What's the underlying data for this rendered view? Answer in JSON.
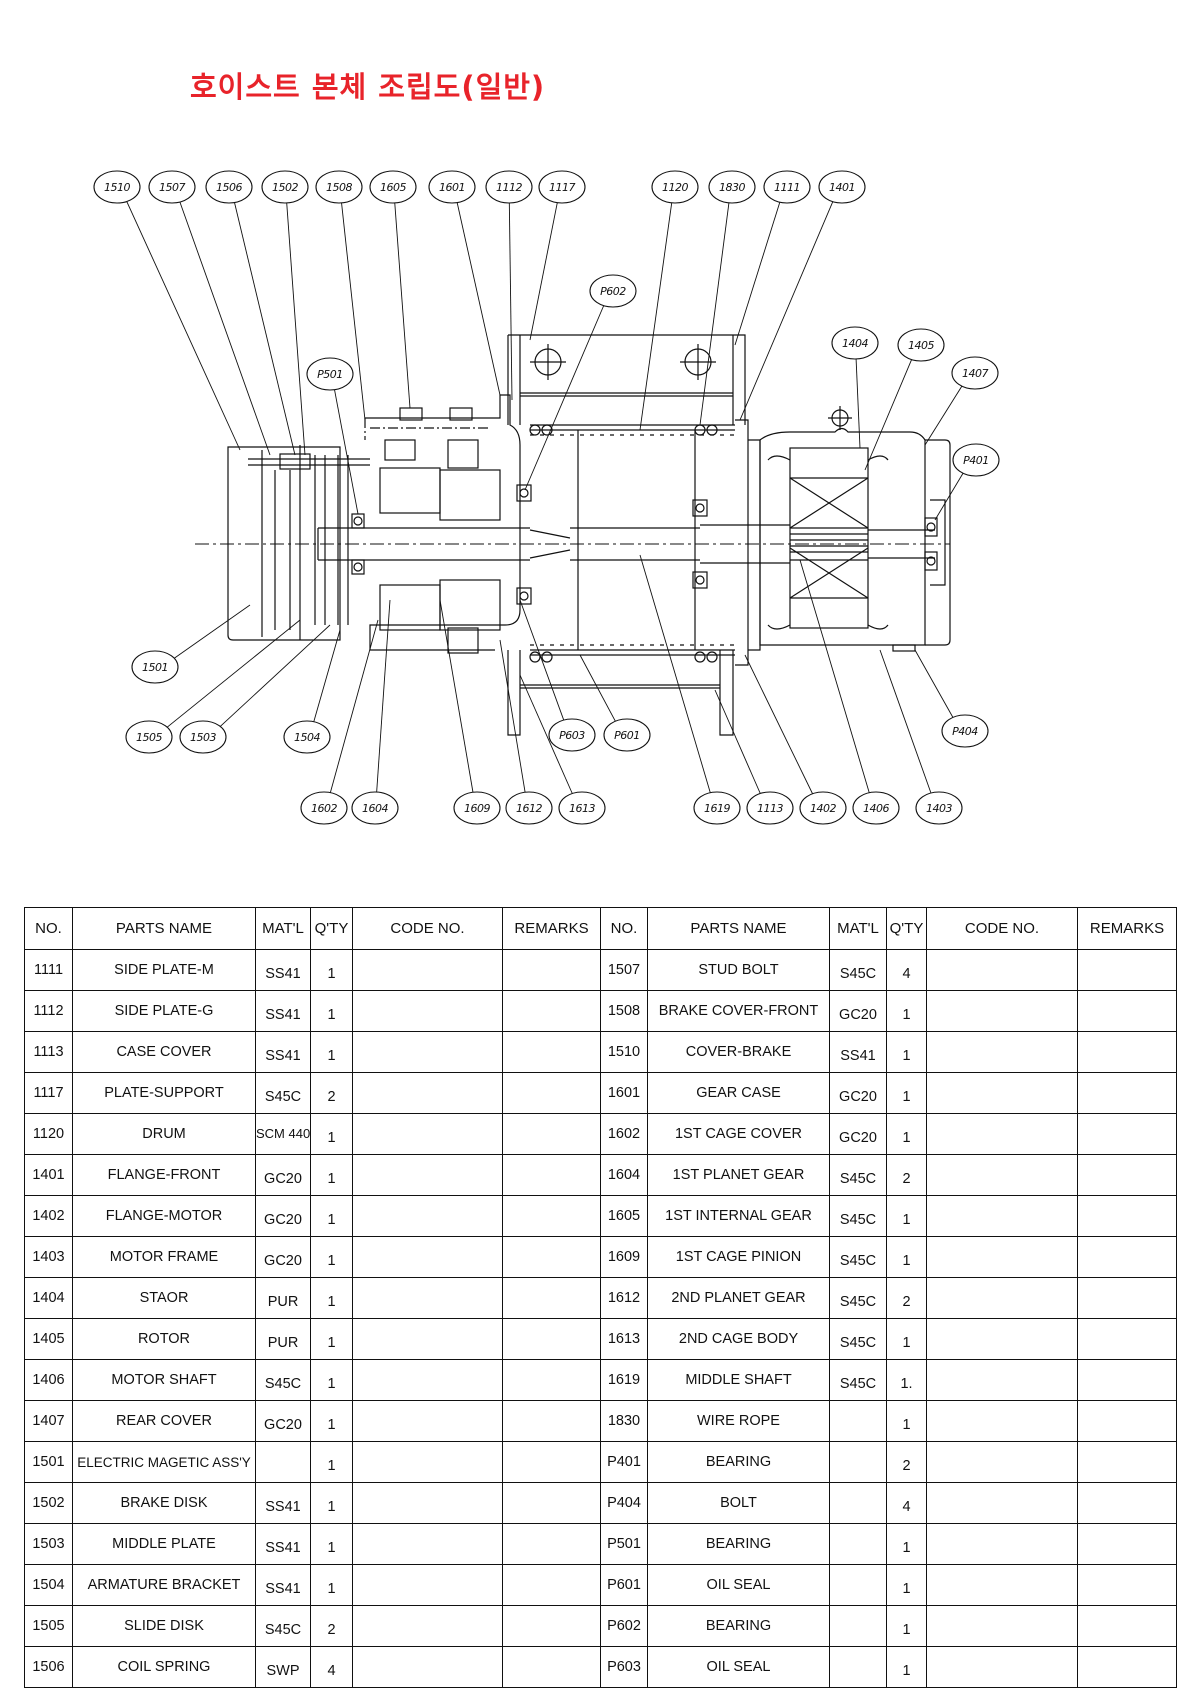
{
  "title": "호이스트 본체 조립도(일반)",
  "drawing": {
    "callouts_top": [
      "1510",
      "1507",
      "1506",
      "1502",
      "1508",
      "1605",
      "1601",
      "1112",
      "1117",
      "1120",
      "1830",
      "1111",
      "1401"
    ],
    "callouts_mid": [
      "P602",
      "P501",
      "1404",
      "1405",
      "1407",
      "P401"
    ],
    "callouts_bottom_row1": [
      "1501",
      "P603",
      "P601",
      "P404"
    ],
    "callouts_bottom_row2": [
      "1505",
      "1503",
      "1504"
    ],
    "callouts_bottom_row3": [
      "1602",
      "1604",
      "1609",
      "1612",
      "1613",
      "1619",
      "1113",
      "1402",
      "1406",
      "1403"
    ]
  },
  "table": {
    "headers": [
      "NO.",
      "PARTS NAME",
      "MAT'L",
      "Q'TY",
      "CODE NO.",
      "REMARKS",
      "NO.",
      "PARTS NAME",
      "MAT'L",
      "Q'TY",
      "CODE NO.",
      "REMARKS"
    ],
    "left": [
      {
        "no": "1111",
        "name": "SIDE PLATE-M",
        "mat": "SS41",
        "qty": "1",
        "code": "",
        "remarks": ""
      },
      {
        "no": "1112",
        "name": "SIDE PLATE-G",
        "mat": "SS41",
        "qty": "1",
        "code": "",
        "remarks": ""
      },
      {
        "no": "1113",
        "name": "CASE COVER",
        "mat": "SS41",
        "qty": "1",
        "code": "",
        "remarks": ""
      },
      {
        "no": "1117",
        "name": "PLATE-SUPPORT",
        "mat": "S45C",
        "qty": "2",
        "code": "",
        "remarks": ""
      },
      {
        "no": "1120",
        "name": "DRUM",
        "mat": "SCM 440",
        "qty": "1",
        "code": "",
        "remarks": ""
      },
      {
        "no": "1401",
        "name": "FLANGE-FRONT",
        "mat": "GC20",
        "qty": "1",
        "code": "",
        "remarks": ""
      },
      {
        "no": "1402",
        "name": "FLANGE-MOTOR",
        "mat": "GC20",
        "qty": "1",
        "code": "",
        "remarks": ""
      },
      {
        "no": "1403",
        "name": "MOTOR FRAME",
        "mat": "GC20",
        "qty": "1",
        "code": "",
        "remarks": ""
      },
      {
        "no": "1404",
        "name": "STAOR",
        "mat": "PUR",
        "qty": "1",
        "code": "",
        "remarks": ""
      },
      {
        "no": "1405",
        "name": "ROTOR",
        "mat": "PUR",
        "qty": "1",
        "code": "",
        "remarks": ""
      },
      {
        "no": "1406",
        "name": "MOTOR SHAFT",
        "mat": "S45C",
        "qty": "1",
        "code": "",
        "remarks": ""
      },
      {
        "no": "1407",
        "name": "REAR COVER",
        "mat": "GC20",
        "qty": "1",
        "code": "",
        "remarks": ""
      },
      {
        "no": "1501",
        "name": "ELECTRIC MAGETIC ASS'Y",
        "mat": "",
        "qty": "1",
        "code": "",
        "remarks": ""
      },
      {
        "no": "1502",
        "name": "BRAKE DISK",
        "mat": "SS41",
        "qty": "1",
        "code": "",
        "remarks": ""
      },
      {
        "no": "1503",
        "name": "MIDDLE PLATE",
        "mat": "SS41",
        "qty": "1",
        "code": "",
        "remarks": ""
      },
      {
        "no": "1504",
        "name": "ARMATURE BRACKET",
        "mat": "SS41",
        "qty": "1",
        "code": "",
        "remarks": ""
      },
      {
        "no": "1505",
        "name": "SLIDE DISK",
        "mat": "S45C",
        "qty": "2",
        "code": "",
        "remarks": ""
      },
      {
        "no": "1506",
        "name": "COIL SPRING",
        "mat": "SWP",
        "qty": "4",
        "code": "",
        "remarks": ""
      }
    ],
    "right": [
      {
        "no": "1507",
        "name": "STUD BOLT",
        "mat": "S45C",
        "qty": "4",
        "code": "",
        "remarks": ""
      },
      {
        "no": "1508",
        "name": "BRAKE COVER-FRONT",
        "mat": "GC20",
        "qty": "1",
        "code": "",
        "remarks": ""
      },
      {
        "no": "1510",
        "name": "COVER-BRAKE",
        "mat": "SS41",
        "qty": "1",
        "code": "",
        "remarks": ""
      },
      {
        "no": "1601",
        "name": "GEAR CASE",
        "mat": "GC20",
        "qty": "1",
        "code": "",
        "remarks": ""
      },
      {
        "no": "1602",
        "name": "1ST CAGE COVER",
        "mat": "GC20",
        "qty": "1",
        "code": "",
        "remarks": ""
      },
      {
        "no": "1604",
        "name": "1ST PLANET GEAR",
        "mat": "S45C",
        "qty": "2",
        "code": "",
        "remarks": ""
      },
      {
        "no": "1605",
        "name": "1ST INTERNAL GEAR",
        "mat": "S45C",
        "qty": "1",
        "code": "",
        "remarks": ""
      },
      {
        "no": "1609",
        "name": "1ST CAGE PINION",
        "mat": "S45C",
        "qty": "1",
        "code": "",
        "remarks": ""
      },
      {
        "no": "1612",
        "name": "2ND PLANET GEAR",
        "mat": "S45C",
        "qty": "2",
        "code": "",
        "remarks": ""
      },
      {
        "no": "1613",
        "name": "2ND CAGE BODY",
        "mat": "S45C",
        "qty": "1",
        "code": "",
        "remarks": ""
      },
      {
        "no": "1619",
        "name": "MIDDLE SHAFT",
        "mat": "S45C",
        "qty": "1.",
        "code": "",
        "remarks": ""
      },
      {
        "no": "1830",
        "name": "WIRE ROPE",
        "mat": "",
        "qty": "1",
        "code": "",
        "remarks": ""
      },
      {
        "no": "P401",
        "name": "BEARING",
        "mat": "",
        "qty": "2",
        "code": "",
        "remarks": ""
      },
      {
        "no": "P404",
        "name": "BOLT",
        "mat": "",
        "qty": "4",
        "code": "",
        "remarks": ""
      },
      {
        "no": "P501",
        "name": "BEARING",
        "mat": "",
        "qty": "1",
        "code": "",
        "remarks": ""
      },
      {
        "no": "P601",
        "name": "OIL SEAL",
        "mat": "",
        "qty": "1",
        "code": "",
        "remarks": ""
      },
      {
        "no": "P602",
        "name": "BEARING",
        "mat": "",
        "qty": "1",
        "code": "",
        "remarks": ""
      },
      {
        "no": "P603",
        "name": "OIL SEAL",
        "mat": "",
        "qty": "1",
        "code": "",
        "remarks": ""
      }
    ]
  }
}
